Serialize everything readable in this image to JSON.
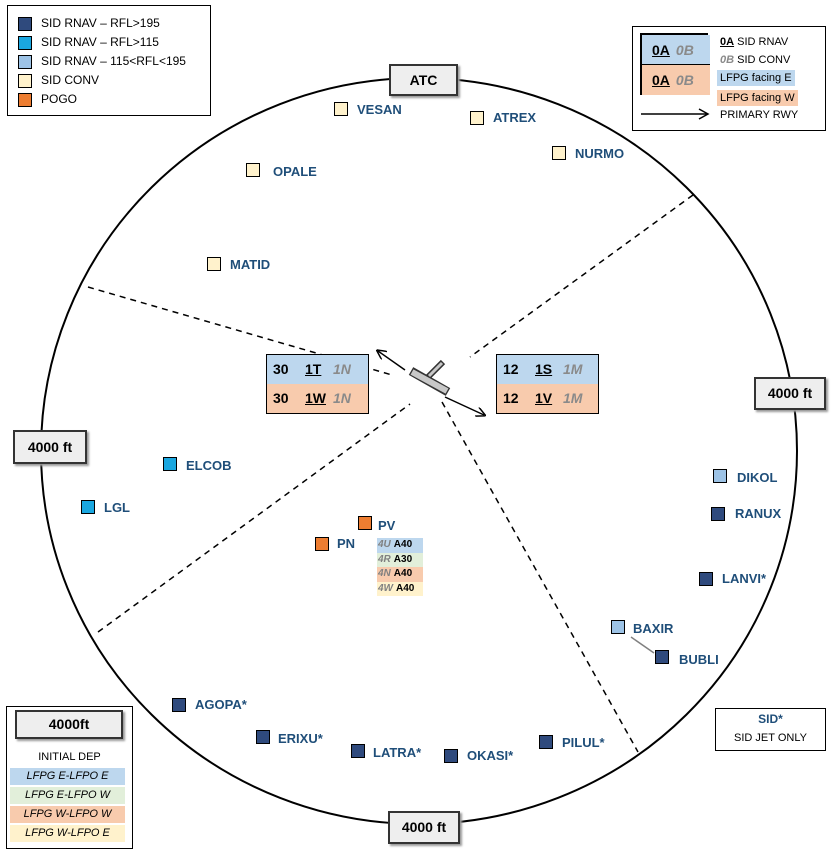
{
  "legend_sid": {
    "items": [
      {
        "label": "SID RNAV – RFL>195",
        "color": "#2f4a7d"
      },
      {
        "label": "SID RNAV – RFL>115",
        "color": "#1aa7e0"
      },
      {
        "label": "SID RNAV – 115<RFL<195",
        "color": "#9dc3e6"
      },
      {
        "label": "SID CONV",
        "color": "#fff2cc"
      },
      {
        "label": "POGO",
        "color": "#ed7d31"
      }
    ]
  },
  "legend_codes": {
    "row1": {
      "a": "0A",
      "b": "0B"
    },
    "row2": {
      "a": "0A",
      "b": "0B"
    },
    "items": [
      {
        "label": "0A SID RNAV"
      },
      {
        "label": "0B SID CONV"
      },
      {
        "label": "LFPG facing E",
        "color": "#bdd7ee"
      },
      {
        "label": "LFPG facing W",
        "color": "#f8cbad"
      },
      {
        "label": "PRIMARY RWY"
      }
    ],
    "sid_rnav_code": "0A",
    "sid_rnav_text": "SID RNAV",
    "sid_conv_code": "0B",
    "sid_conv_text": "SID CONV"
  },
  "altitude_tags": {
    "top": "ATC",
    "right": "4000 ft",
    "left": "4000 ft",
    "bottom": "4000 ft"
  },
  "runways": {
    "west": {
      "rows": [
        {
          "num": "30",
          "code": "1T",
          "alt": "1N"
        },
        {
          "num": "30",
          "code": "1W",
          "alt": "1N"
        }
      ]
    },
    "east": {
      "rows": [
        {
          "num": "12",
          "code": "1S",
          "alt": "1M"
        },
        {
          "num": "12",
          "code": "1V",
          "alt": "1M"
        }
      ]
    }
  },
  "waypoints": {
    "vesan": "VESAN",
    "atrex": "ATREX",
    "nurmo": "NURMO",
    "opale": "OPALE",
    "matid": "MATID",
    "elcob": "ELCOB",
    "lgl": "LGL",
    "pv": "PV",
    "pn": "PN",
    "dikol": "DIKOL",
    "ranux": "RANUX",
    "lanvi": "LANVI*",
    "baxir": "BAXIR",
    "bubli": "BUBLI",
    "agopa": "AGOPA*",
    "erixu": "ERIXU*",
    "latra": "LATRA*",
    "okasi": "OKASI*",
    "pilul": "PILUL*"
  },
  "pv_table": [
    {
      "k": "4U",
      "v": "A40",
      "color": "#bdd7ee"
    },
    {
      "k": "4R",
      "v": "A30",
      "color": "#e2efda"
    },
    {
      "k": "4N",
      "v": "A40",
      "color": "#f8cbad"
    },
    {
      "k": "4W",
      "v": "A40",
      "color": "#fff2cc"
    }
  ],
  "bottom_legend": {
    "title": "4000ft",
    "subtitle": "INITIAL DEP",
    "items": [
      {
        "label": "LFPG E-LFPO  E",
        "color": "#bdd7ee"
      },
      {
        "label": "LFPG E-LFPO  W",
        "color": "#e2efda"
      },
      {
        "label": "LFPG  W-LFPO  W",
        "color": "#f8cbad"
      },
      {
        "label": "LFPG  W-LFPO  E",
        "color": "#fff2cc"
      }
    ]
  },
  "sid_note": {
    "title": "SID*",
    "text": "SID JET ONLY"
  },
  "colors": {
    "rnav_high": "#2f4a7d",
    "rnav_mid": "#1aa7e0",
    "rnav_low": "#9dc3e6",
    "conv": "#fff2cc",
    "pogo": "#ed7d31",
    "label": "#1f4e79"
  }
}
